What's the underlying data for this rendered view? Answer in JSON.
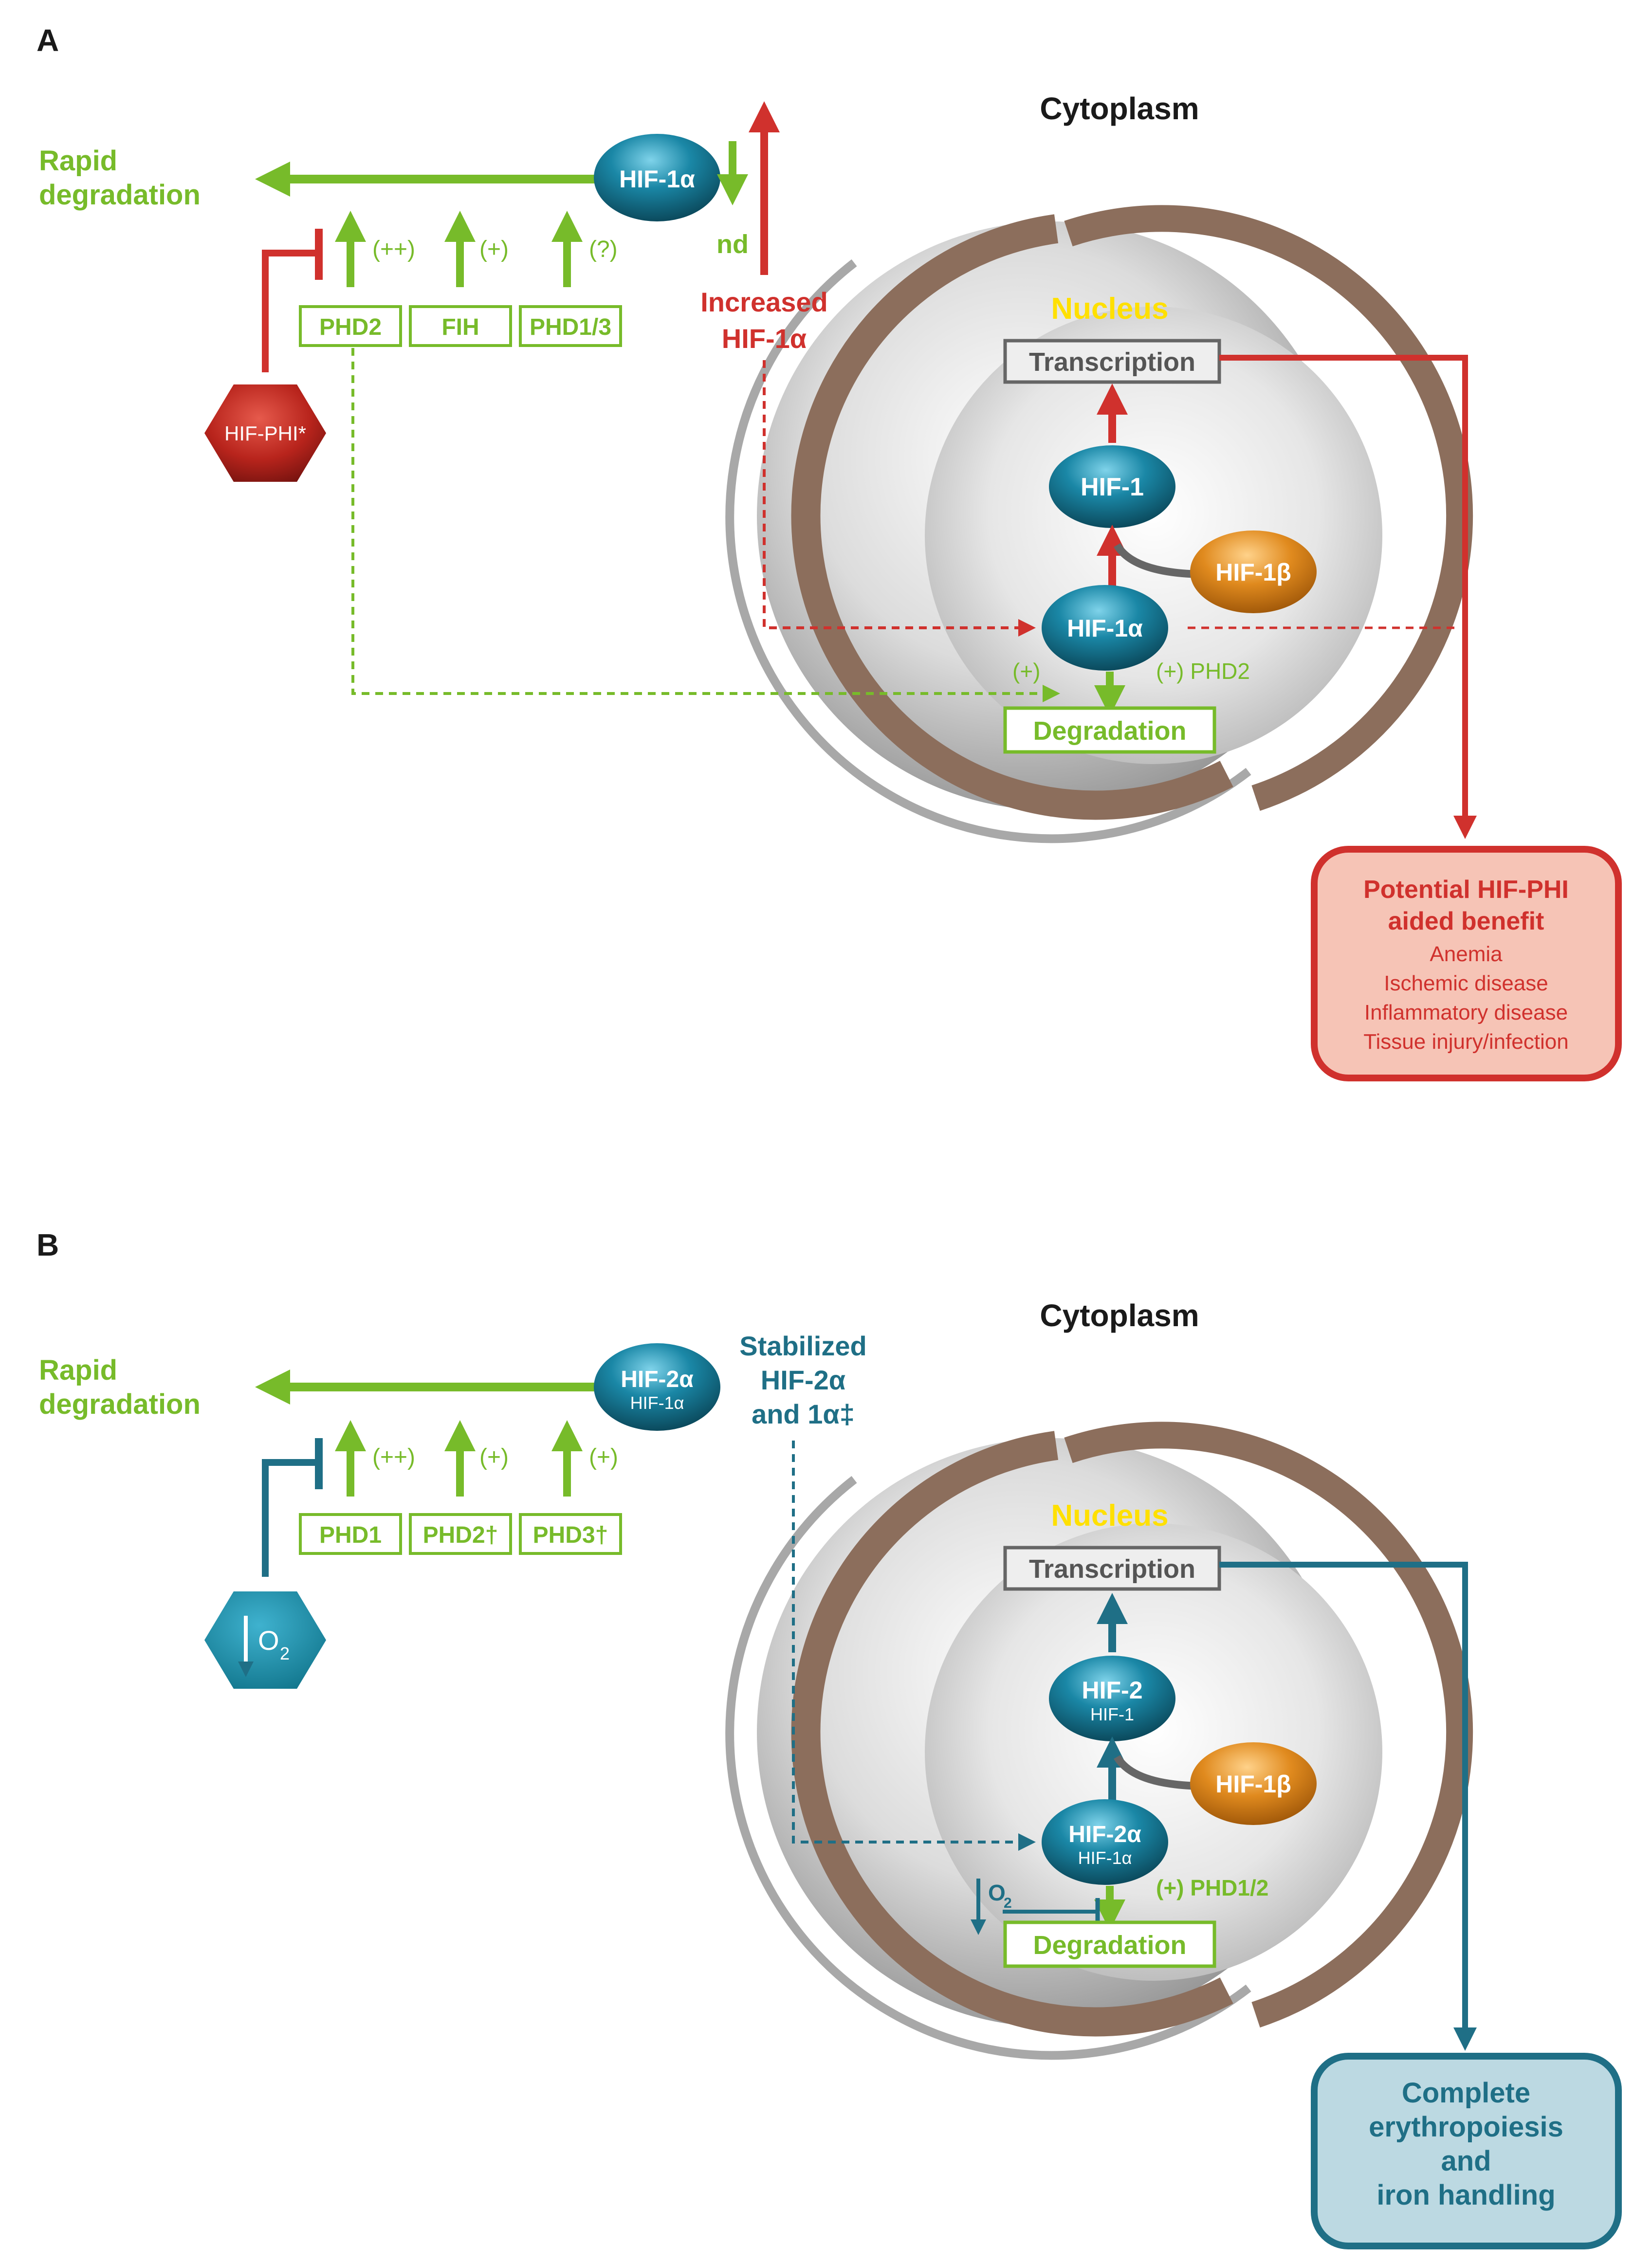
{
  "panel_a": {
    "label": "A",
    "cytoplasm": "Cytoplasm",
    "nucleus": "Nucleus",
    "rapid_degradation": [
      "Rapid",
      "degradation"
    ],
    "hif1a_top": "HIF-1α",
    "nd": "nd",
    "increased": [
      "Increased",
      "HIF-1α"
    ],
    "arrow_labels": [
      "(++)",
      "(+)",
      "(?)"
    ],
    "enzymes": [
      "PHD2",
      "FIH",
      "PHD1/3"
    ],
    "inhibitor": "HIF-PHI*",
    "transcription": "Transcription",
    "hif1": "HIF-1",
    "hif1b": "HIF-1β",
    "hif1a_nuc": "HIF-1α",
    "plus_left": "(+)",
    "plus_right": "(+) PHD2",
    "degradation": "Degradation",
    "benefit_title": [
      "Potential HIF-PHI",
      "aided benefit"
    ],
    "benefit_items": [
      "Anemia",
      "Ischemic disease",
      "Inflammatory disease",
      "Tissue injury/infection"
    ]
  },
  "panel_b": {
    "label": "B",
    "cytoplasm": "Cytoplasm",
    "nucleus": "Nucleus",
    "rapid_degradation": [
      "Rapid",
      "degradation"
    ],
    "hif2a_top": "HIF-2α",
    "hif1a_top_sub": "HIF-1α",
    "stabilized": [
      "Stabilized",
      "HIF-2α",
      "and 1α‡"
    ],
    "arrow_labels": [
      "(++)",
      "(+)",
      "(+)"
    ],
    "enzymes": [
      "PHD1",
      "PHD2†",
      "PHD3†"
    ],
    "o2": "O",
    "o2_sub": "2",
    "transcription": "Transcription",
    "hif2": "HIF-2",
    "hif2_sub": "HIF-1",
    "hif1b": "HIF-1β",
    "hif2a_nuc": "HIF-2α",
    "hif2a_nuc_sub": "HIF-1α",
    "o2_small": "O",
    "o2_small_sub": "2",
    "plus_right": "(+) PHD1/2",
    "degradation": "Degradation",
    "outcome": [
      "Complete",
      "erythropoiesis",
      "and",
      "iron handling"
    ]
  },
  "colors": {
    "green": "#77bb2a",
    "red": "#d0312d",
    "teal": "#1f6f86",
    "orange": "#e08a1e",
    "brown": "#8c6e5c",
    "benefit_fill": "#f6c4b6",
    "outcome_fill": "#bcd9e2",
    "nucleus_label": "#ffe000"
  }
}
